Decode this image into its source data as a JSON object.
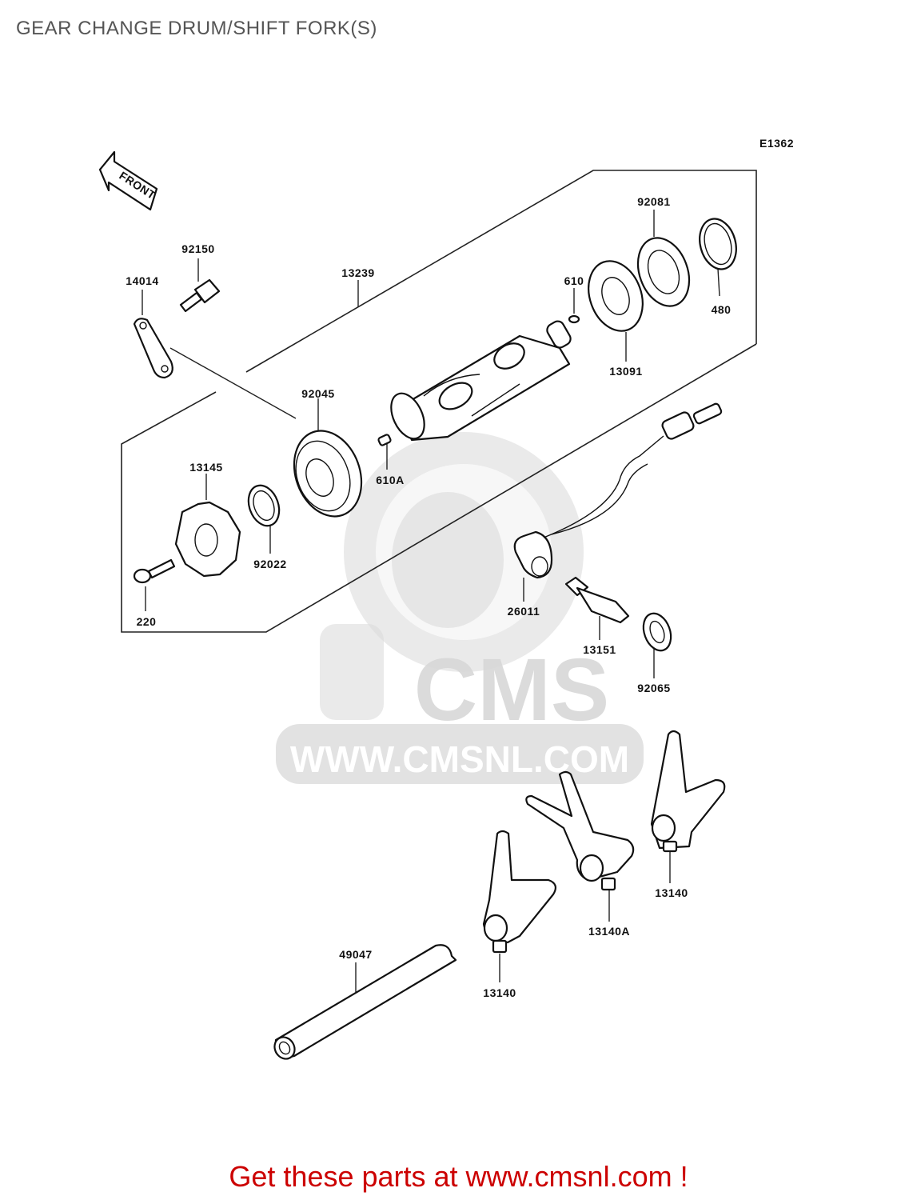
{
  "page_title": "GEAR CHANGE DRUM/SHIFT FORK(S)",
  "diagram_code": "E1362",
  "direction_label": "FRONT",
  "watermark": {
    "logo_text": "CMS",
    "url_text": "WWW.CMSNL.COM"
  },
  "part_labels": {
    "p92150": "92150",
    "p14014": "14014",
    "p13239": "13239",
    "p92081": "92081",
    "p610": "610",
    "p480": "480",
    "p13091": "13091",
    "p92045": "92045",
    "p610A": "610A",
    "p13145": "13145",
    "p92022": "92022",
    "p220": "220",
    "p26011": "26011",
    "p13151": "13151",
    "p92065": "92065",
    "p13140_right": "13140",
    "p13140A": "13140A",
    "p13140_left": "13140",
    "p49047": "49047"
  },
  "footer": {
    "link_text": "Get these parts at www.cmsnl.com !"
  },
  "colors": {
    "title": "#555555",
    "footer_link": "#cc0000",
    "watermark": "#d8d8d8",
    "line_art": "#111111"
  }
}
